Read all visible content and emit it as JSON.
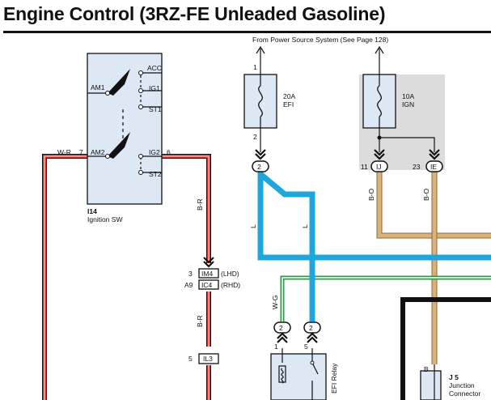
{
  "title": "Engine Control (3RZ-FE Unleaded Gasoline)",
  "power_source_note": "From Power Source System (See Page 128)",
  "ignition_switch": {
    "code": "I14",
    "name": "Ignition SW",
    "terminals": [
      "ACC",
      "AM1",
      "IG1",
      "ST1",
      "AM2",
      "IG2",
      "ST2"
    ],
    "pin_am2": "7",
    "pin_ig2": "6"
  },
  "fuse_efi": {
    "rating": "20A",
    "name": "EFI",
    "pin_top": "1",
    "pin_bottom": "2"
  },
  "fuse_ign": {
    "rating": "10A",
    "name": "IGN"
  },
  "connectors": {
    "efi_out": "2",
    "ij": "IJ",
    "ij_pin": "11",
    "ie": "IE",
    "ie_pin": "23",
    "im4": "IM4",
    "im4_pin": "3",
    "im4_note": "(LHD)",
    "ic4": "IC4",
    "ic4_pin": "A9",
    "ic4_note": "(RHD)",
    "il3": "IL3",
    "il3_pin": "5",
    "relay_left": "2",
    "relay_right": "2"
  },
  "wire_colors": {
    "w_r": "W-R",
    "b_r_1": "B-R",
    "b_r_2": "B-R",
    "l_1": "L",
    "l_2": "L",
    "w_g": "W-G",
    "b_o_1": "B-O",
    "b_o_2": "B-O"
  },
  "efi_relay": {
    "name": "EFI Relay",
    "pin_left": "1",
    "pin_right": "5"
  },
  "junction": {
    "code": "J 5",
    "name_line1": "Junction",
    "name_line2": "Connector",
    "pin": "B"
  },
  "colors": {
    "blue_wire": "#1ea7df",
    "red_wire": "#d8282a",
    "tan_wire": "#d9b27a",
    "green_wire": "#2f9a4a",
    "component_fill": "#dce8f3",
    "fuse_box_fill": "#dcdcdc"
  }
}
